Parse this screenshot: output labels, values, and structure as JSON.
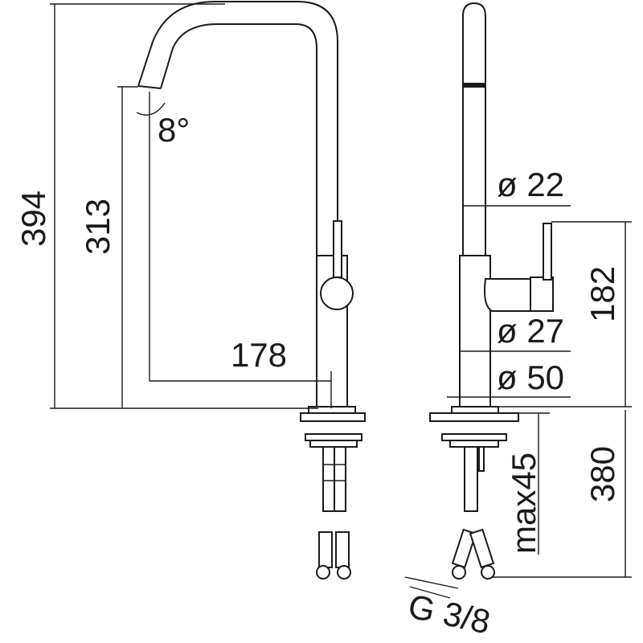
{
  "dimensions": {
    "overall_height": "394",
    "spout_height": "313",
    "spout_reach": "178",
    "spout_angle": "8°",
    "spout_diameter": "ø 22",
    "body_diameter": "ø 27",
    "base_diameter": "ø 50",
    "lever_height": "182",
    "hose_length": "380",
    "max_deck_thickness": "max45",
    "connection_thread": "G 3/8"
  },
  "colors": {
    "line": "#1a1a1a",
    "background": "#ffffff"
  }
}
